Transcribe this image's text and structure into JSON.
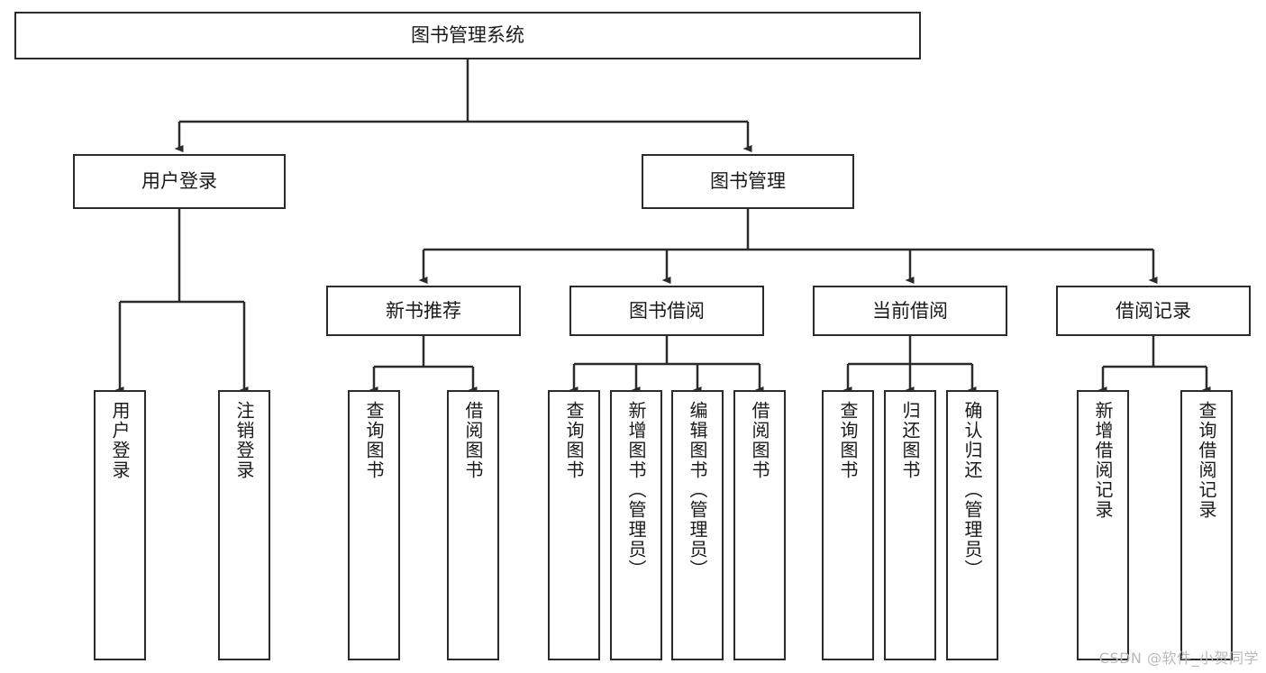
{
  "diagram": {
    "title": "图书管理系统",
    "type": "tree",
    "watermark": "CSDN @软件_小贺同学",
    "colors": {
      "box_border": "#2b2b2b",
      "box_fill": "#ffffff",
      "edge": "#2b2b2b",
      "text": "#1a1a1a",
      "watermark": "#b9b9b9",
      "background": "#ffffff"
    },
    "nodes": {
      "root": {
        "label": "图书管理系统"
      },
      "level2": [
        {
          "id": "user-login",
          "label": "用户登录"
        },
        {
          "id": "book-manage",
          "label": "图书管理"
        }
      ],
      "level3": [
        {
          "id": "new-book-recommend",
          "label": "新书推荐"
        },
        {
          "id": "book-borrow",
          "label": "图书借阅"
        },
        {
          "id": "current-borrow",
          "label": "当前借阅"
        },
        {
          "id": "borrow-record",
          "label": "借阅记录"
        }
      ],
      "leaves": [
        {
          "id": "leaf-user-login",
          "label": "用户登录",
          "parent": "user-login"
        },
        {
          "id": "leaf-logout",
          "label": "注销登录",
          "parent": "user-login"
        },
        {
          "id": "leaf-query-book-1",
          "label": "查询图书",
          "parent": "new-book-recommend"
        },
        {
          "id": "leaf-borrow-book-1",
          "label": "借阅图书",
          "parent": "new-book-recommend"
        },
        {
          "id": "leaf-query-book-2",
          "label": "查询图书",
          "parent": "book-borrow"
        },
        {
          "id": "leaf-add-book",
          "label": "新增图书（管理员）",
          "parent": "book-borrow"
        },
        {
          "id": "leaf-edit-book",
          "label": "编辑图书（管理员）",
          "parent": "book-borrow"
        },
        {
          "id": "leaf-borrow-book-2",
          "label": "借阅图书",
          "parent": "book-borrow"
        },
        {
          "id": "leaf-query-book-3",
          "label": "查询图书",
          "parent": "current-borrow"
        },
        {
          "id": "leaf-return-book",
          "label": "归还图书",
          "parent": "current-borrow"
        },
        {
          "id": "leaf-confirm-return",
          "label": "确认归还（管理员）",
          "parent": "current-borrow"
        },
        {
          "id": "leaf-add-record",
          "label": "新增借阅记录",
          "parent": "borrow-record"
        },
        {
          "id": "leaf-query-record",
          "label": "查询借阅记录",
          "parent": "borrow-record"
        }
      ]
    }
  }
}
